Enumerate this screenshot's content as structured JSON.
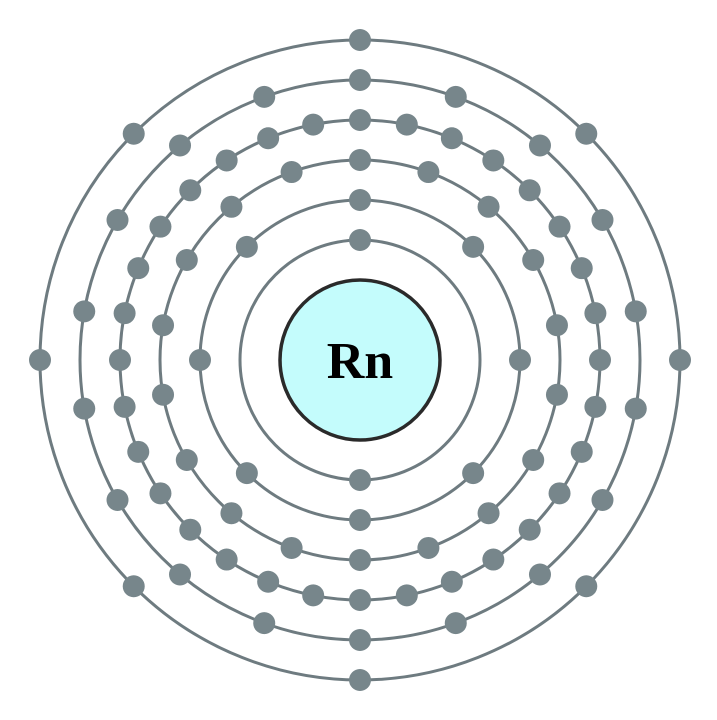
{
  "element_symbol": "Rn",
  "shells": [
    {
      "shell": 1,
      "electrons": 2
    },
    {
      "shell": 2,
      "electrons": 8
    },
    {
      "shell": 3,
      "electrons": 18
    },
    {
      "shell": 4,
      "electrons": 32
    },
    {
      "shell": 5,
      "electrons": 18
    },
    {
      "shell": 6,
      "electrons": 8
    }
  ],
  "colors": {
    "nucleus_fill": "#c4fcfc",
    "nucleus_stroke": "#2a2a2a",
    "shell_stroke": "#6e7b80",
    "electron_fill": "#77868b"
  }
}
